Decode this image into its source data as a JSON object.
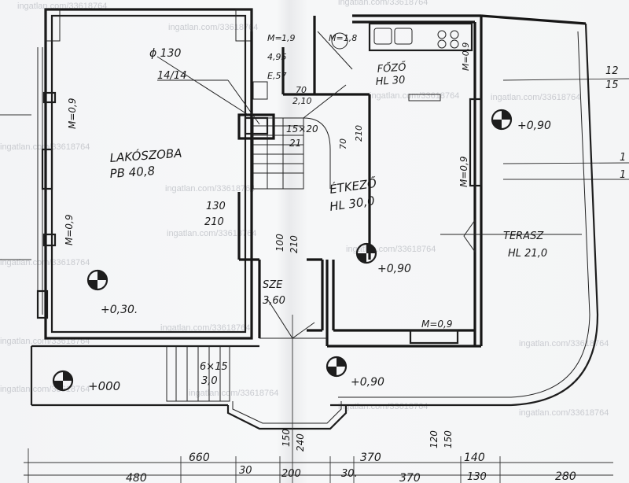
{
  "watermark": "ingatlan.com/33618764",
  "rooms": {
    "living_name": "LAKÓSZOBA",
    "living_area": "PB 40,8",
    "kitchen_name": "FŐZŐ",
    "kitchen_area": "HL 30",
    "dining_name": "ÉTKEZŐ",
    "dining_area": "HL 30,0",
    "terrace_name": "TERASZ",
    "terrace_area": "HL 21,0",
    "hall_name": "SZE",
    "hall_area": "3,60"
  },
  "levels": {
    "living": "+0,30.",
    "dining": "+0,90",
    "right": "+0,90",
    "entrance": "+000",
    "porch": "+0,90"
  },
  "labels": {
    "chimney": "ϕ 130",
    "flue": "14/14",
    "stair_main": "15×20",
    "stair_main_n": "21",
    "stair_entry": "6×15",
    "stair_entry_n": "3,0",
    "wc_area": "1,9",
    "wc_area2": "4,95",
    "wc_hl": "E,57",
    "wc_m": "M=",
    "door_70": "70",
    "door_210": "2,10",
    "door_130": "130",
    "door_210b": "210",
    "door_100": "100",
    "door_210c": "210",
    "door_70b": "70",
    "door_210d": "210",
    "win_09_a": "M=0,9",
    "win_09_b": "M=0,9",
    "win_09_c": "M=0,9",
    "win_09_d": "M=0,9",
    "win_09_e": "M=0,9",
    "win_top": "M=1,8",
    "porch_w1": "150",
    "porch_w2": "240",
    "porch_w3": "120",
    "porch_w4": "150"
  },
  "dimensions": {
    "d660": "660",
    "d370": "370",
    "d140": "140",
    "d480": "480",
    "d30a": "30",
    "d200": "200",
    "d30b": "30.",
    "d370b": "370",
    "d130": "130",
    "d280": "280"
  },
  "right_edge": {
    "a": "12",
    "b": "15",
    "c": "1",
    "d": "1"
  }
}
